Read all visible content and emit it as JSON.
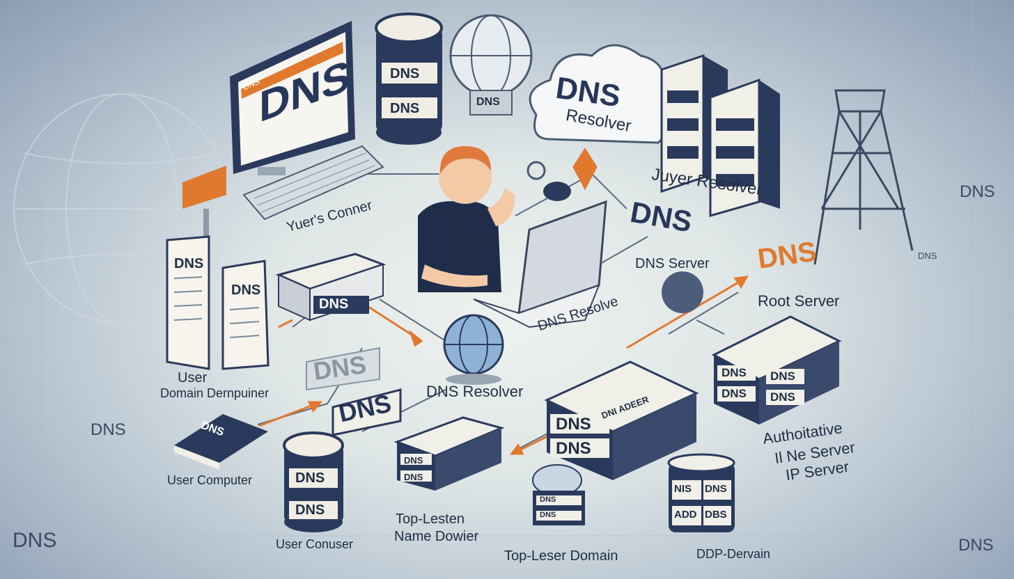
{
  "background": {
    "color": "#8ea1b6",
    "accent": "#e0792e",
    "navy": "#27365a"
  },
  "edge_labels": {
    "right": "DNS",
    "left": "DNS",
    "bottom_left": "DNS",
    "bottom_right": "DNS"
  },
  "monitor": {
    "screen_text": "DNS",
    "tab_text": "DNS"
  },
  "db_top": {
    "disk1": "DNS",
    "disk2": "DNS",
    "base": "DNS"
  },
  "cloud": {
    "title": "DNS",
    "subtitle": "Resolver"
  },
  "labels": {
    "users_corner": "Yuer's Conner",
    "buyer_resolver": "Juyer Resolver",
    "dns_server": "DNS Server",
    "root_server": "Root Server",
    "dns_resolve": "DNS Resolve",
    "dns_resolver": "DNS Resolver",
    "user": "User",
    "domain_dernpuiner": "Domain Dernpuiner",
    "user_computer": "User Computer",
    "user_conuser": "User Conuser",
    "top_lesten_1": "Top-Lesten",
    "top_lesten_2": "Name Dowier",
    "top_leser_domain": "Top-Leser Domain",
    "ddp_dervain": "DDP-Dervain",
    "auth_1": "Authoitative",
    "auth_2": "Il Ne Server",
    "auth_3": "IP Server"
  },
  "badges": {
    "center_dns": "DNS",
    "root_dns": "DNS",
    "doc1": "DNS",
    "doc2": "DNS",
    "router": "DNS",
    "plaque1": "DNS",
    "plaque2": "DNS",
    "book": "DNS",
    "db_bottom1": "DNS",
    "db_bottom2": "DNS",
    "stack_a1": "DNS",
    "stack_a2": "DNS",
    "big_stack1": "DNS",
    "big_stack2": "DNS",
    "big_stack_top": "DNI ADEER",
    "small_stack1": "DNS",
    "small_stack2": "DNS",
    "auth_stack1": "DNS",
    "auth_stack2": "DNS",
    "auth_stack3": "DNS",
    "auth_stack4": "DNS",
    "nis_stack1": "NIS",
    "nis_stack2": "DNS",
    "nis_stack3": "ADD",
    "nis_stack4": "DBS",
    "side_right": "DNS"
  }
}
